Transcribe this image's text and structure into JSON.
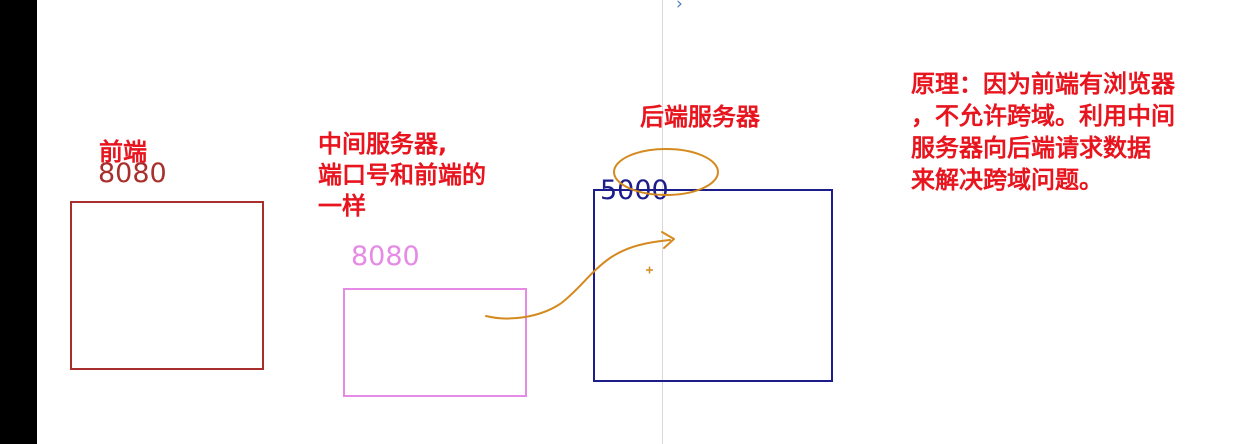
{
  "frontend": {
    "title": "前端",
    "port": "8080"
  },
  "middle_server": {
    "title_lines": [
      "中间服务器,",
      "端口号和前端的",
      "一样"
    ],
    "port": "8080"
  },
  "backend": {
    "title": "后端服务器",
    "port": "5000"
  },
  "principle": {
    "lines": [
      "原理：因为前端有浏览器",
      "，不允许跨域。利用中间",
      "服务器向后端请求数据",
      "来解决跨域问题。"
    ]
  },
  "colors": {
    "title_red": "#e8141e",
    "frontend_box": "#a8302c",
    "middle_box": "#e58ae5",
    "backend_box": "#1c1c8a",
    "annotation_orange": "#d48a1e"
  },
  "icons": {
    "chevron": "chevron-right-icon",
    "cursor": "crosshair-cursor-icon"
  }
}
